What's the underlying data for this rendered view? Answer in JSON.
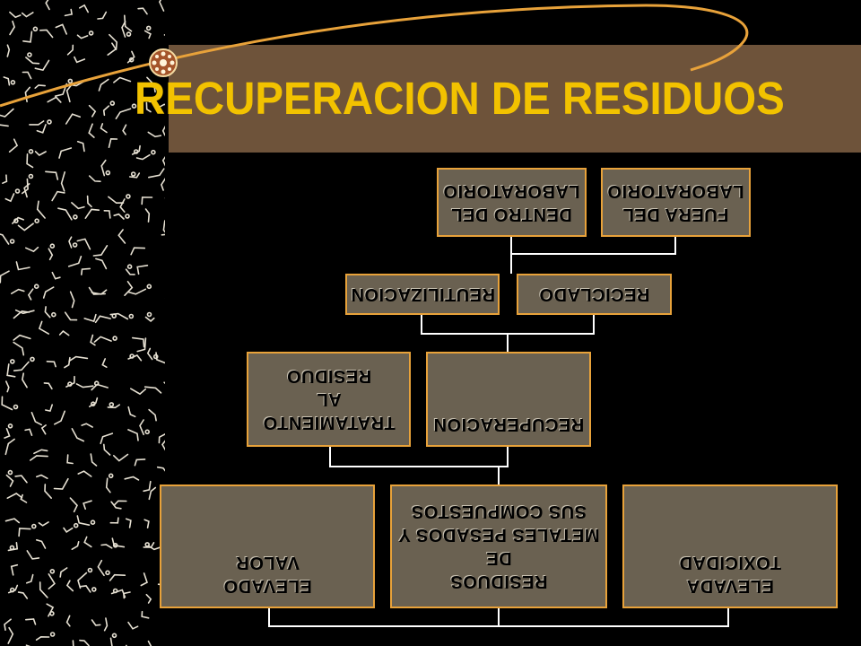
{
  "title": "RECUPERACION  DE  RESIDUOS",
  "colors": {
    "background": "#000000",
    "title_band": "#6e533a",
    "title_text": "#f2c200",
    "box_fill": "#6a6151",
    "box_border": "#e8a23a",
    "connector": "#ffffff",
    "swoosh": "#e8a23a"
  },
  "icons": {
    "logo": "sun-disc-icon",
    "decor": "stick-figure-pattern"
  },
  "diagram": {
    "row1": [
      {
        "id": "dentro-laboratorio",
        "lines": [
          "DENTRO DEL",
          "LABORATORIO"
        ]
      },
      {
        "id": "fuera-laboratorio",
        "lines": [
          "FUERA DEL",
          "LABORATORIO"
        ]
      }
    ],
    "row2": [
      {
        "id": "reutilizacion",
        "lines": [
          "REUTILIZACION"
        ]
      },
      {
        "id": "reciclado",
        "lines": [
          "RECICLADO"
        ]
      }
    ],
    "row3": [
      {
        "id": "tratamiento-residuo",
        "lines": [
          "TRATAMIENTO",
          "AL",
          "RESIDUO"
        ]
      },
      {
        "id": "recuperacion",
        "lines": [
          "RECUPERACION"
        ]
      }
    ],
    "row4": [
      {
        "id": "elevado-valor",
        "lines": [
          "ELEVADO",
          "VALOR"
        ]
      },
      {
        "id": "residuos-metales",
        "lines": [
          "RESIDUOS",
          "DE",
          "METALES PESADOS Y",
          "SUS COMPUESTOS"
        ]
      },
      {
        "id": "elevada-toxicidad",
        "lines": [
          "ELEVADA",
          "TOXICIDAD"
        ]
      }
    ]
  }
}
